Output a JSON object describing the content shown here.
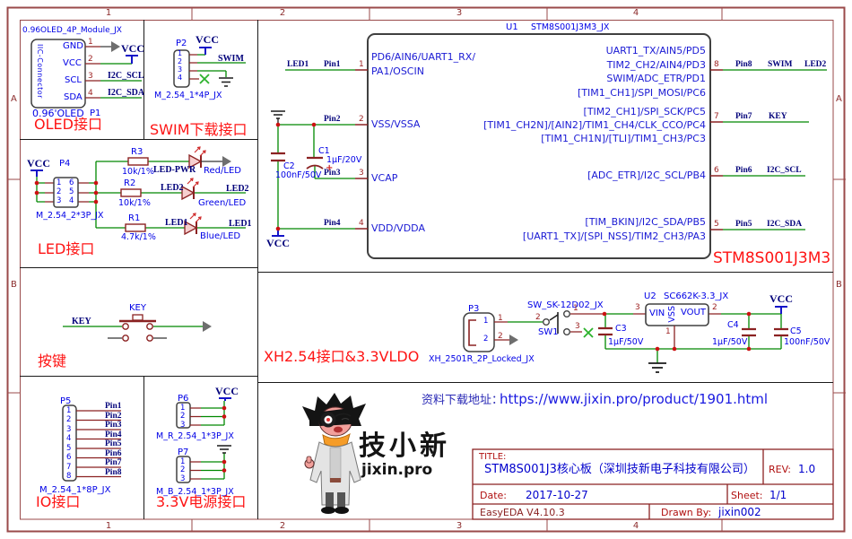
{
  "frame": {
    "cols": [
      "1",
      "2",
      "3",
      "4"
    ],
    "rows": [
      "A",
      "B"
    ]
  },
  "oled": {
    "module": "0.96OLED_4P_Module_JX",
    "connector": "IIC-Connector",
    "ref": "P1",
    "caption": "0.96'OLED",
    "label": "OLED接口",
    "pin_names": [
      "GND",
      "VCC",
      "SCL",
      "SDA"
    ],
    "pin_numbers": [
      "1",
      "2",
      "3",
      "4"
    ],
    "vcc": "VCC",
    "scl_net": "I2C_SCL",
    "sda_net": "I2C_SDA"
  },
  "swim": {
    "ref": "P2",
    "vcc": "VCC",
    "pin_numbers": [
      "1",
      "2",
      "3",
      "4"
    ],
    "net": "SWIM",
    "footprint": "M_2.54_1*4P_JX",
    "label": "SWIM下载接口"
  },
  "led": {
    "vcc": "VCC",
    "ref": "P4",
    "left_pins": [
      "1",
      "2",
      "3"
    ],
    "right_pins": [
      "6",
      "5",
      "4"
    ],
    "footprint": "M_2.54_2*3P_JX",
    "label": "LED接口",
    "rows": [
      {
        "ref": "R3",
        "value": "10k/1%",
        "net": "LED-PWR",
        "led": "Red/LED",
        "out": ""
      },
      {
        "ref": "R2",
        "value": "10k/1%",
        "net": "LED2",
        "led": "Green/LED",
        "out": "LED2"
      },
      {
        "ref": "R1",
        "value": "4.7k/1%",
        "net": "LED1",
        "led": "Blue/LED",
        "out": "LED1"
      }
    ]
  },
  "key": {
    "net": "KEY",
    "ref": "KEY",
    "label": "按键"
  },
  "io": {
    "ref": "P5",
    "pin_numbers": [
      "1",
      "2",
      "3",
      "4",
      "5",
      "6",
      "7",
      "8"
    ],
    "nets": [
      "Pin1",
      "Pin2",
      "Pin3",
      "Pin4",
      "Pin5",
      "Pin6",
      "Pin7",
      "Pin8"
    ],
    "footprint": "M_2.54_1*8P_JX",
    "label": "IO接口"
  },
  "pwr": {
    "p6": {
      "ref": "P6",
      "pin_numbers": [
        "1",
        "2",
        "3"
      ],
      "footprint": "M_R_2.54_1*3P_JX",
      "vcc": "VCC"
    },
    "p7": {
      "ref": "P7",
      "pin_numbers": [
        "1",
        "2",
        "3"
      ],
      "footprint": "M_B_2.54_1*3P_JX"
    },
    "label": "3.3V电源接口"
  },
  "mcu": {
    "ref": "U1",
    "part": "STM8S001J3M3_JX",
    "label": "STM8S001J3M3",
    "vcc": "VCC",
    "left": [
      {
        "num": "1",
        "fn1": "PD6/AIN6/UART1_RX/",
        "fn2": "PA1/OSCIN",
        "net1": "LED1",
        "net2": "Pin1"
      },
      {
        "num": "2",
        "fn1": "VSS/VSSA",
        "net2": "Pin2"
      },
      {
        "num": "3",
        "fn1": "VCAP",
        "net2": "Pin3"
      },
      {
        "num": "4",
        "fn1": "VDD/VDDA",
        "net2": "Pin4"
      }
    ],
    "right": [
      {
        "num": "8",
        "lines": [
          "UART1_TX/AIN5/PD5",
          "TIM2_CH2/AIN4/PD3",
          "SWIM/ADC_ETR/PD1",
          "[TIM1_CH1]/SPI_MOSI/PC6"
        ],
        "nets": [
          "Pin8",
          "SWIM",
          "LED2"
        ]
      },
      {
        "num": "7",
        "lines": [
          "[TIM2_CH1]/SPI_SCK/PC5",
          "[TIM1_CH2N]/[AIN2]/TIM1_CH4/CLK_CCO/PC4",
          "[TIM1_CH1N]/[TLI]/TIM1_CH3/PC3"
        ],
        "nets": [
          "Pin7",
          "KEY"
        ]
      },
      {
        "num": "6",
        "lines": [
          "[ADC_ETR]/I2C_SCL/PB4"
        ],
        "nets": [
          "Pin6",
          "I2C_SCL"
        ]
      },
      {
        "num": "5",
        "lines": [
          "[TIM_BKIN]/I2C_SDA/PB5",
          "[UART1_TX]/[SPI_NSS]/TIM2_CH3/PA3"
        ],
        "nets": [
          "Pin5",
          "I2C_SDA"
        ]
      }
    ],
    "c1": {
      "ref": "C1",
      "value": "1µF/20V",
      "plus": "+"
    },
    "c2": {
      "ref": "C2",
      "value": "100nF/50V"
    }
  },
  "ldo": {
    "label": "XH2.54接口&3.3VLDO",
    "p3": {
      "ref": "P3",
      "inner": [
        "1",
        "2"
      ],
      "outer": [
        "1",
        "2"
      ],
      "footprint": "XH_2501R_2P_Locked_JX"
    },
    "sw": {
      "part": "SW_SK-12D02_JX",
      "ref": "SW1",
      "pin_left": "2",
      "pin_top": "1",
      "pin_bottom": "3"
    },
    "u2": {
      "ref": "U2",
      "part": "SC662K-3.3_JX",
      "vin": "VIN",
      "vss": "VSS",
      "vout": "VOUT",
      "pin_vin": "3",
      "pin_vout": "2",
      "pin_vss": "1"
    },
    "c3": {
      "ref": "C3",
      "value": "1µF/50V"
    },
    "c4": {
      "ref": "C4",
      "value": "1µF/50V"
    },
    "c5": {
      "ref": "C5",
      "value": "100nF/50V"
    },
    "vcc": "VCC"
  },
  "footer": {
    "url_label": "资料下载地址：",
    "url": "https://www.jixin.pro/product/1901.html",
    "logo_cn": "技小新",
    "logo_en": "jixin.pro"
  },
  "title_block": {
    "title_label": "TITLE:",
    "title": "STM8S001J3核心板（深圳技新电子科技有限公司）",
    "rev_label": "REV:",
    "rev": "1.0",
    "date_label": "Date:",
    "date": "2017-10-27",
    "sheet_label": "Sheet:",
    "sheet": "1/1",
    "tool": "EasyEDA V4.10.3",
    "drawn_label": "Drawn By:",
    "drawn_by": "jixin002"
  }
}
